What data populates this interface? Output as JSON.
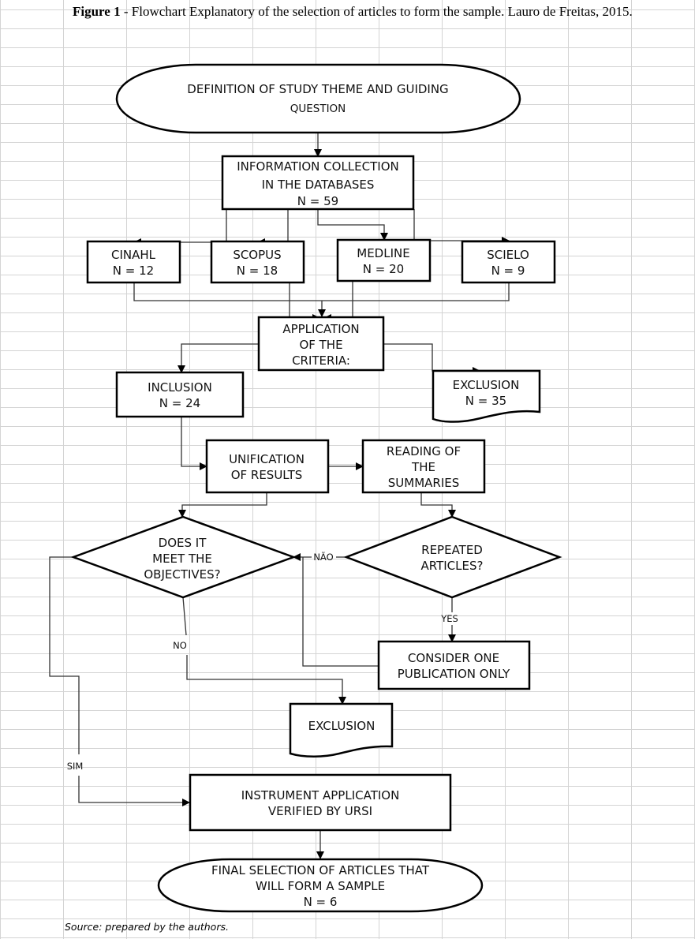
{
  "caption": {
    "label": "Figure 1",
    "text": " - Flowchart Explanatory of the selection of articles to form the sample. Lauro de Freitas, 2015."
  },
  "nodes": {
    "start": {
      "lines": [
        "DEFINITION OF STUDY THEME AND GUIDING",
        "QUESTION"
      ]
    },
    "collection": {
      "lines": [
        "INFORMATION COLLECTION",
        "IN THE DATABASES",
        "N = 59"
      ]
    },
    "cinahl": {
      "lines": [
        "CINAHL",
        "N = 12"
      ]
    },
    "scopus": {
      "lines": [
        "SCOPUS",
        "N = 18"
      ]
    },
    "medline": {
      "lines": [
        "MEDLINE",
        "N = 20"
      ]
    },
    "scielo": {
      "lines": [
        "SCIELO",
        "N = 9"
      ]
    },
    "criteria": {
      "lines": [
        "APPLICATION",
        "OF THE",
        "CRITERIA:"
      ]
    },
    "inclusion": {
      "lines": [
        "INCLUSION",
        "N = 24"
      ]
    },
    "exclusion1": {
      "lines": [
        "EXCLUSION",
        "N = 35"
      ]
    },
    "unification": {
      "lines": [
        "UNIFICATION",
        "OF RESULTS"
      ]
    },
    "reading": {
      "lines": [
        "READING OF",
        "THE",
        "SUMMARIES"
      ]
    },
    "objectives": {
      "lines": [
        "DOES IT",
        "MEET THE",
        "OBJECTIVES?"
      ]
    },
    "repeated": {
      "lines": [
        "REPEATED",
        "ARTICLES?"
      ]
    },
    "consider": {
      "lines": [
        "CONSIDER ONE",
        "PUBLICATION ONLY"
      ]
    },
    "exclusion2": {
      "lines": [
        "EXCLUSION"
      ]
    },
    "instrument": {
      "lines": [
        "INSTRUMENT APPLICATION",
        "VERIFIED BY URSI"
      ]
    },
    "final": {
      "lines": [
        "FINAL SELECTION OF ARTICLES THAT",
        "WILL FORM A SAMPLE",
        "N = 6"
      ]
    }
  },
  "edge_labels": {
    "nao": "NÃO",
    "yes": "YES",
    "no": "NO",
    "sim": "SIM"
  },
  "source": "Source: prepared by the authors."
}
